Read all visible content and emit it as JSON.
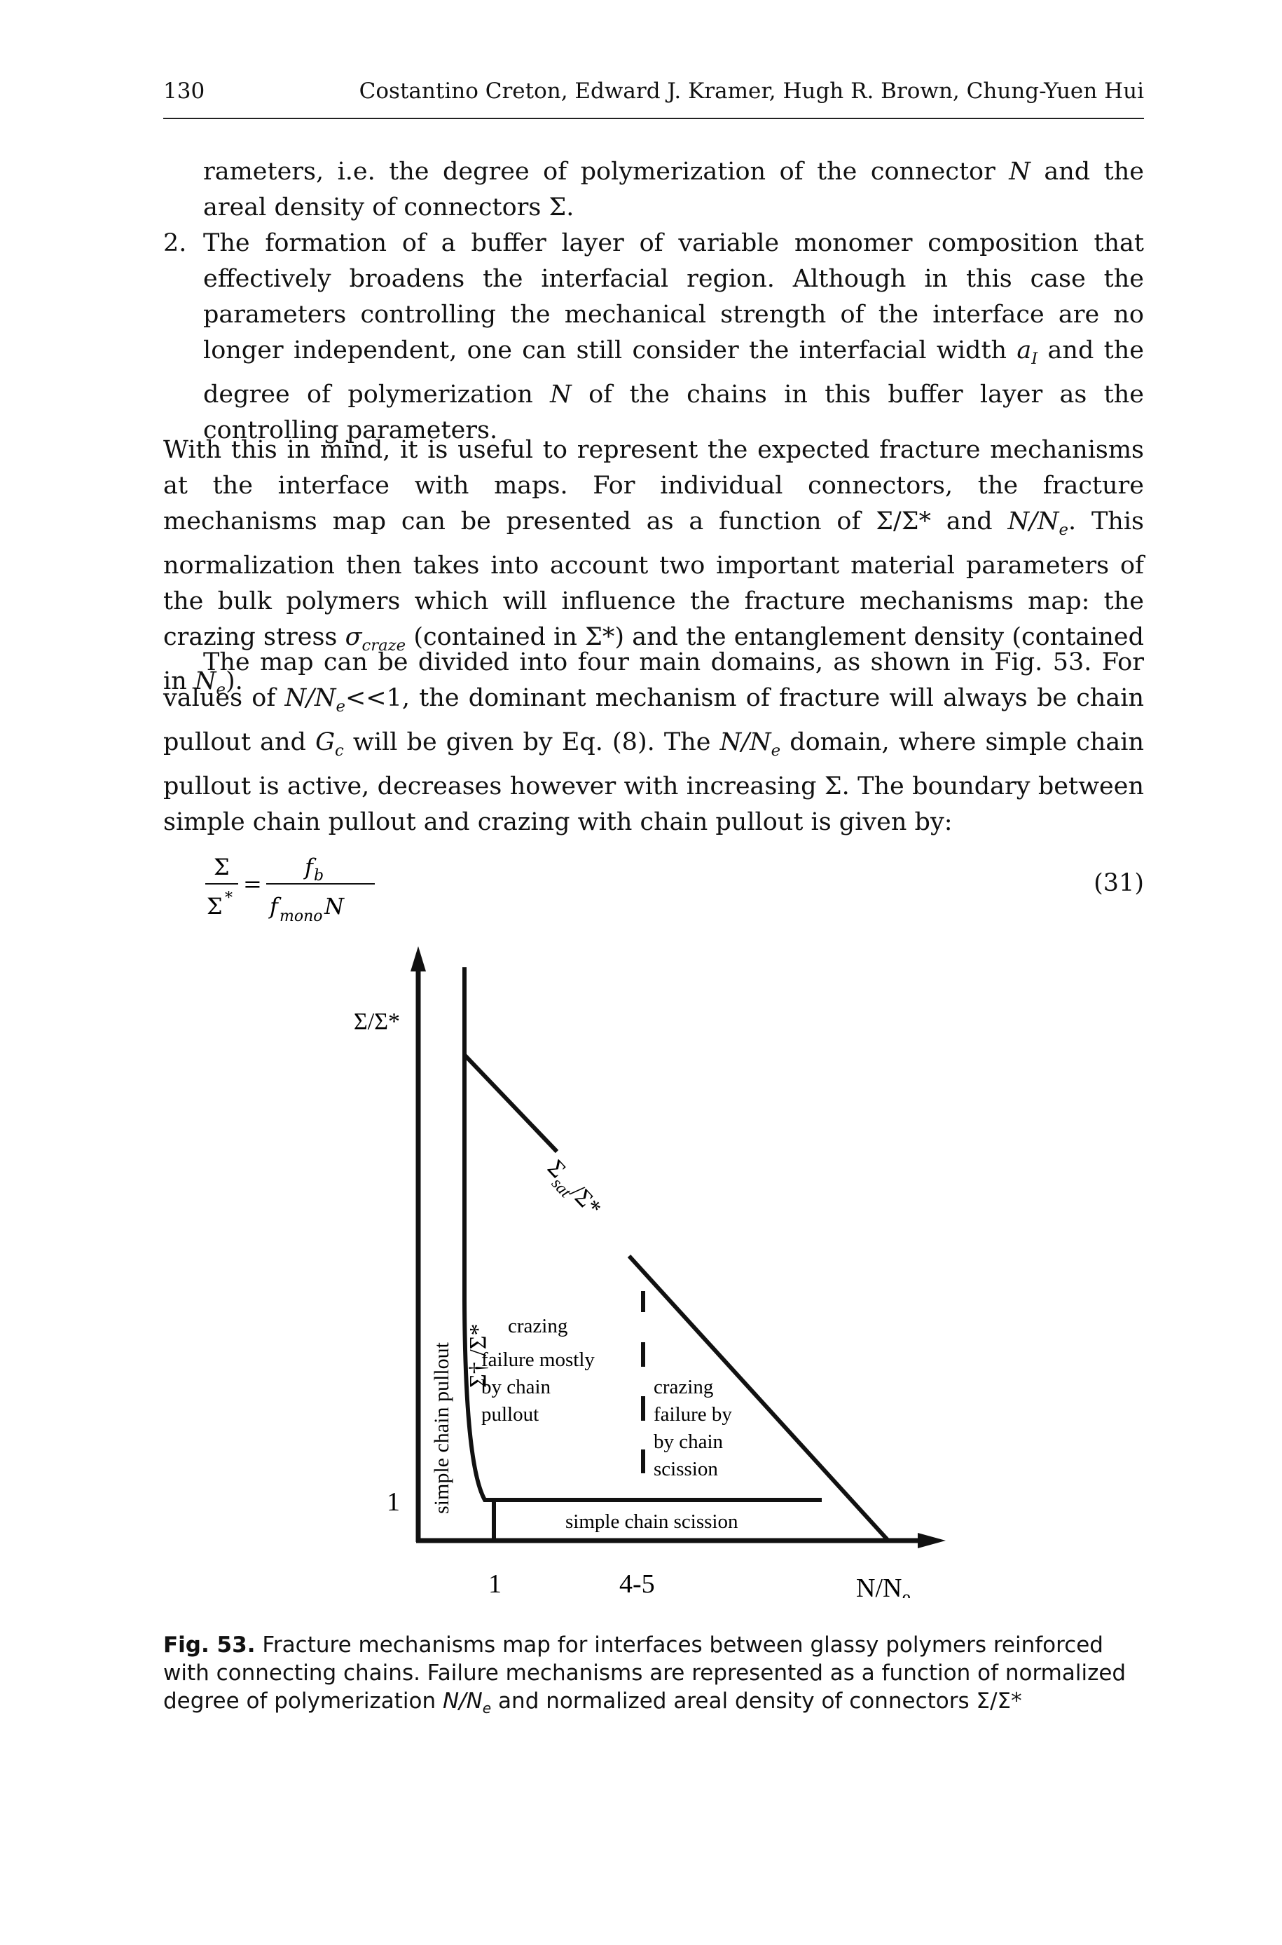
{
  "header": {
    "page_number": "130",
    "authors": "Costantino Creton, Edward J. Kramer, Hugh R. Brown, Chung-Yuen Hui"
  },
  "list": {
    "item1_continuation_a": "rameters, i.e. the degree of polymerization of the connector ",
    "item1_N": "N",
    "item1_continuation_b": " and the areal density of connectors Σ.",
    "item2_number": "2.",
    "item2_a": "The formation of a buffer layer of variable monomer composition that effectively broadens the interfacial region. Although in this case the parameters controlling the mechanical strength of the interface are no longer independent, one can still consider the interfacial width ",
    "item2_aI": "a",
    "item2_aI_sub": "I",
    "item2_b": " and the degree of polymerization ",
    "item2_N": "N",
    "item2_c": " of the chains in this buffer layer as the controlling parameters."
  },
  "paragraph1": {
    "a": "With this in mind, it is useful to represent the expected fracture mechanisms at the interface with maps. For individual connectors, the fracture mechanisms map can be presented as a function of Σ/Σ* and ",
    "NNe": "N/N",
    "NNe_sub": "e",
    "b": ". This normalization then takes into account two important material parameters of the bulk polymers which will influence the fracture mechanisms map: the crazing stress ",
    "sigma": "σ",
    "sigma_sub": "craze",
    "c": " (contained in Σ*) and the entanglement density (contained in ",
    "Ne": "N",
    "Ne_sub": "e",
    "d": ")."
  },
  "paragraph2": {
    "a": "The map can be divided into four main domains, as shown in Fig. 53. For values of ",
    "NNe1": "N/N",
    "NNe1_sub": "e",
    "b": "<<1, the dominant mechanism of fracture will always be chain pullout and ",
    "Gc": "G",
    "Gc_sub": "c",
    "c": " will be given by Eq. (8). The ",
    "NNe2": "N/N",
    "NNe2_sub": "e",
    "d": " domain, where simple chain pullout is active, decreases however with increasing Σ. The boundary between simple chain pullout and crazing with chain pullout is given by:"
  },
  "equation": {
    "lhs_num": "Σ",
    "lhs_den": "Σ",
    "lhs_den_sup": "*",
    "equals": "=",
    "rhs_num": "f",
    "rhs_num_sub": "b",
    "rhs_den": "f",
    "rhs_den_sub": "mono",
    "rhs_den_tail": "N",
    "number": "(31)"
  },
  "figure": {
    "y_axis_label": "Σ/Σ*",
    "y_tick_1": "1",
    "x_tick_1": "1",
    "x_tick_2": "4-5",
    "x_axis_label": "N/N",
    "x_axis_label_sub": "e",
    "vertical_label_pullout": "simple chain pullout",
    "vertical_label_dagger": "Σ† /Σ*",
    "diag_label": "Σ",
    "diag_label_sub": "sat",
    "diag_label_tail": "/Σ*",
    "region_crazing_pullout": [
      "crazing",
      "failure mostly",
      "by chain",
      "pullout"
    ],
    "region_crazing_scission": [
      "crazing",
      "failure by",
      "by chain",
      "scission"
    ],
    "region_simple_scission": "simple chain scission"
  },
  "caption": {
    "label": "Fig. 53.",
    "text_a": " Fracture mechanisms map for interfaces between glassy polymers reinforced with connecting chains. Failure mechanisms are represented as a function of normalized degree of polymerization ",
    "NNe": "N/N",
    "NNe_sub": "e",
    "text_b": " and normalized areal density of connectors Σ/Σ*"
  }
}
